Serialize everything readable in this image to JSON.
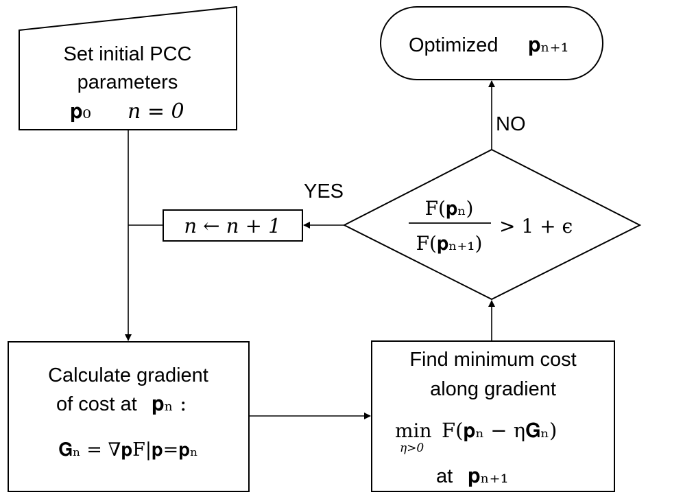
{
  "start": {
    "line1": "Set initial PCC",
    "line2": "parameters",
    "p0": "𝐩₀",
    "n0": "n = 0"
  },
  "end": {
    "label": "Optimized",
    "math": "𝐩ₙ₊₁"
  },
  "decision": {
    "num": "F(𝐩ₙ)",
    "den": "F(𝐩ₙ₊₁)",
    "rhs": "> 1 + ϵ"
  },
  "increment": {
    "label": "n ← n + 1"
  },
  "edges": {
    "yes": "YES",
    "no": "NO"
  },
  "gradient_box": {
    "line1": "Calculate gradient",
    "line2": "of cost at",
    "pn": "𝐩ₙ :",
    "formula": "𝐆ₙ = ∇𝐩F|𝐩=𝐩ₙ"
  },
  "min_box": {
    "line1": "Find minimum cost",
    "line2": "along gradient",
    "min": "min",
    "sub": "η>0",
    "expr": "F(𝐩ₙ − η𝐆ₙ)",
    "at": "at",
    "atmath": "𝐩ₙ₊₁"
  }
}
